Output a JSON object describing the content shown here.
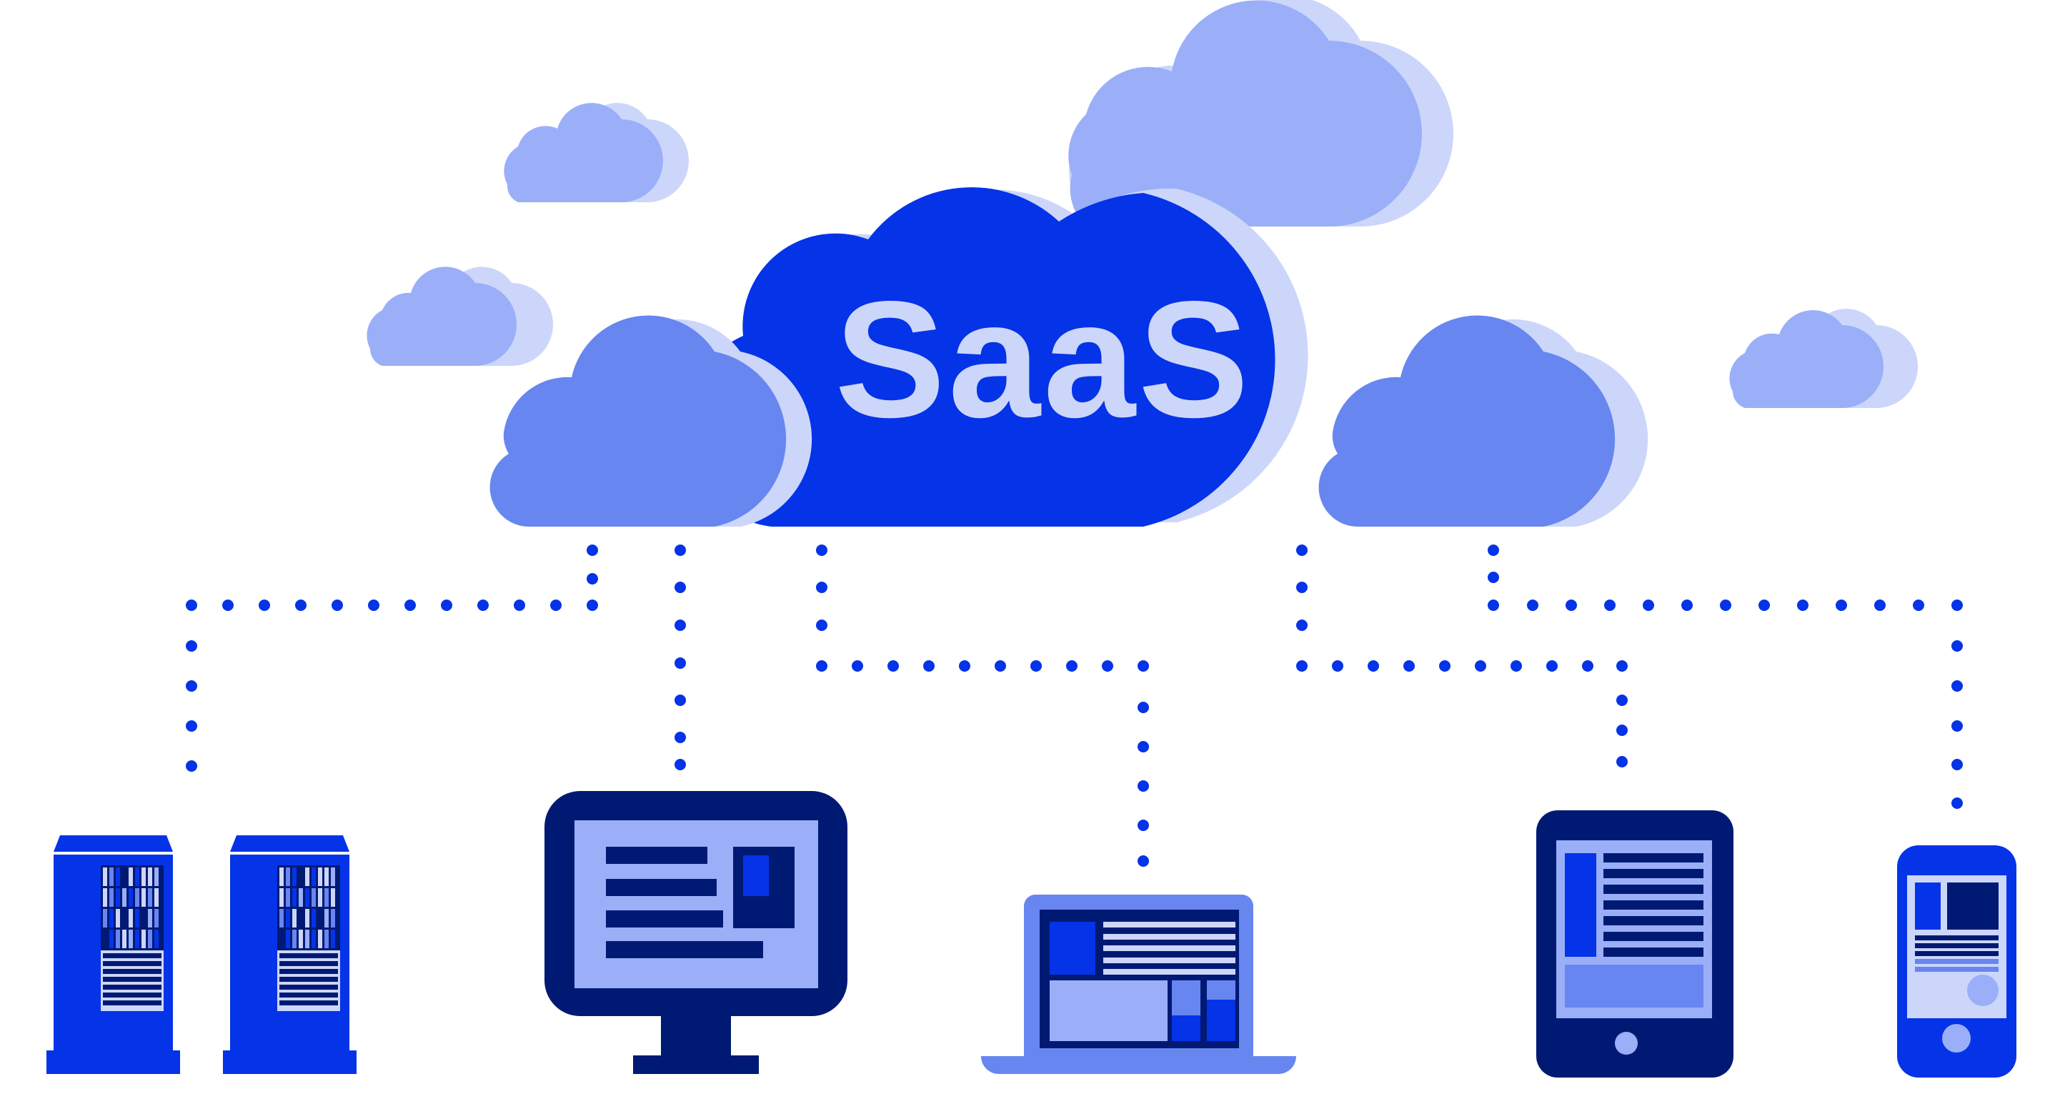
{
  "title": "SaaS",
  "colors": {
    "primary": "#0433E8",
    "navy": "#001A73",
    "mid": "#6886F0",
    "light": "#9AAFF8",
    "pale": "#CCD6FA",
    "background": "#FFFFFF"
  },
  "cloud": {
    "main_label": "SaaS"
  },
  "devices": [
    {
      "name": "server-1",
      "type": "server tower"
    },
    {
      "name": "server-2",
      "type": "server tower"
    },
    {
      "name": "desktop",
      "type": "desktop monitor"
    },
    {
      "name": "laptop",
      "type": "laptop"
    },
    {
      "name": "tablet",
      "type": "tablet"
    },
    {
      "name": "smartphone",
      "type": "smartphone"
    }
  ]
}
